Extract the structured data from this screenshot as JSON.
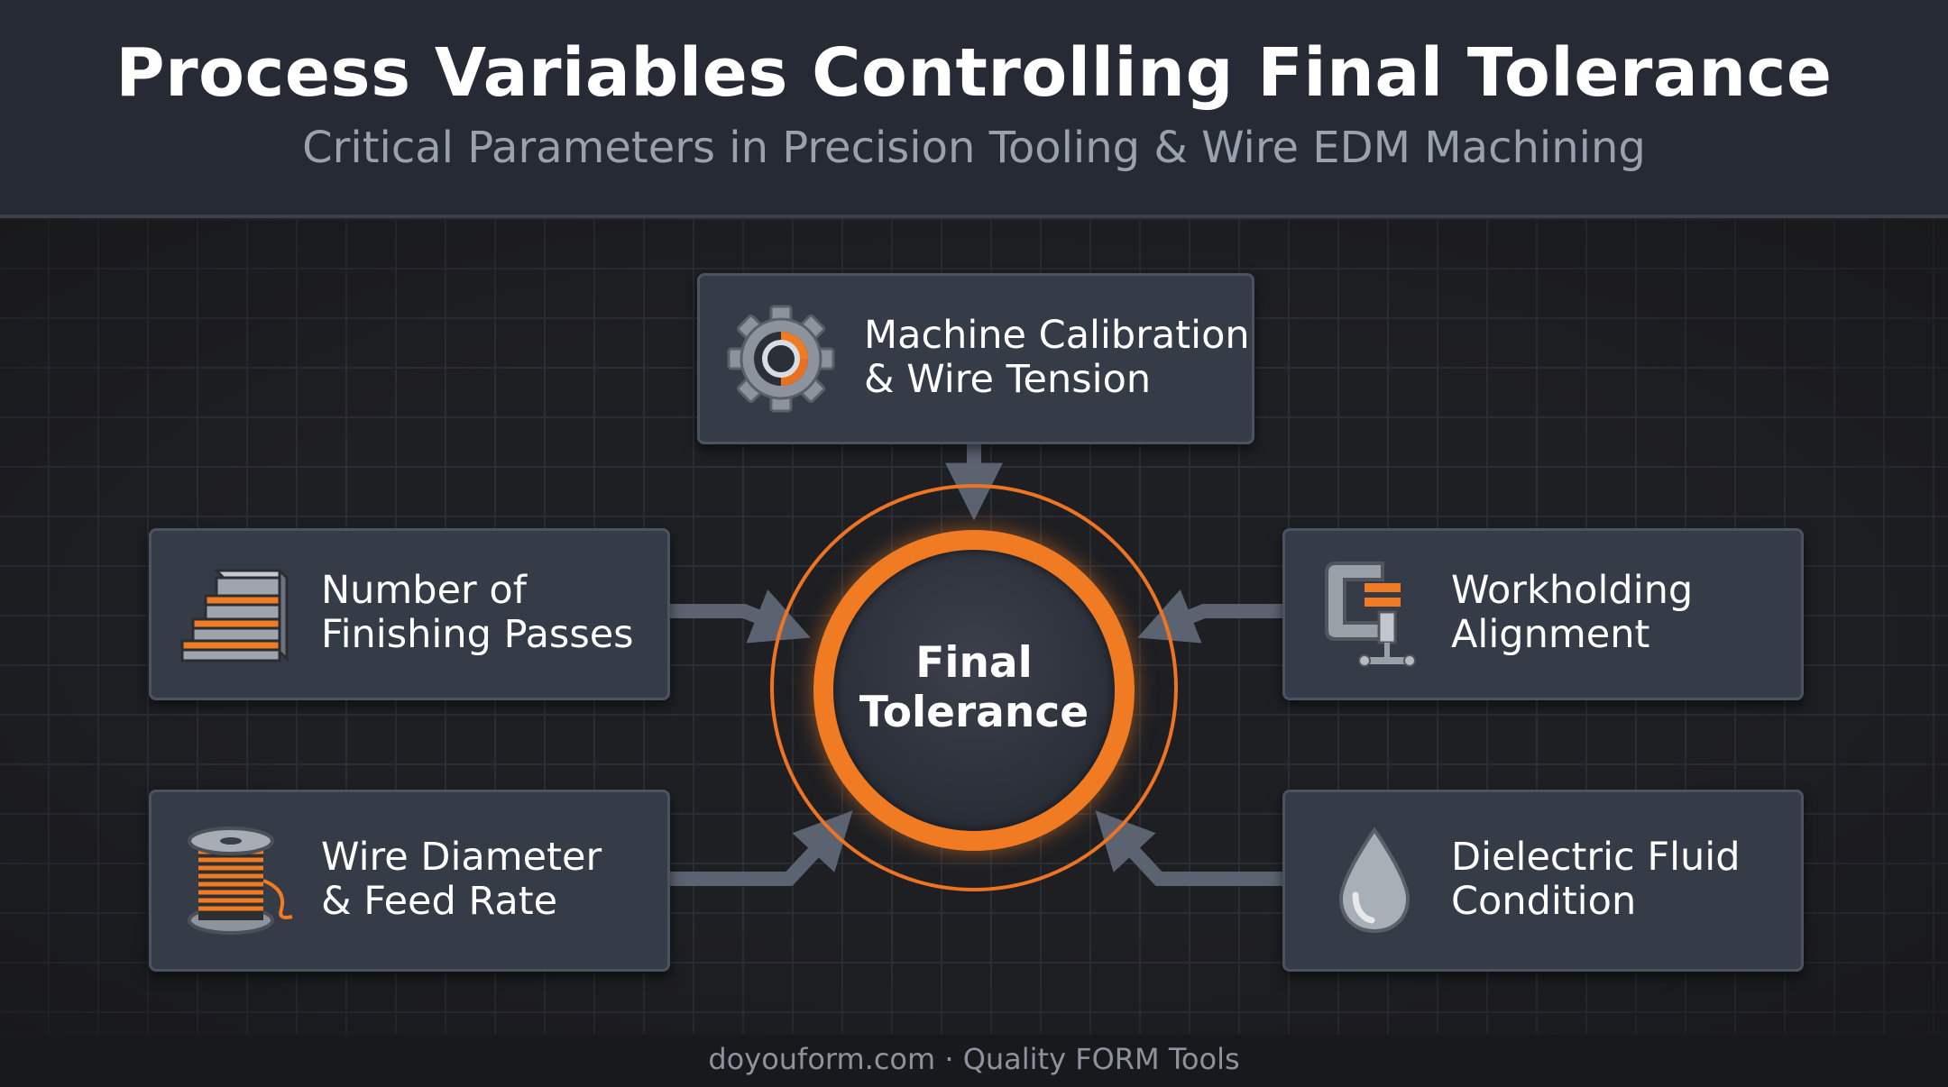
{
  "header": {
    "title": "Process Variables Controlling Final Tolerance",
    "subtitle": "Critical Parameters in Precision Tooling & Wire EDM Machining"
  },
  "hub": {
    "label": "Final\nTolerance"
  },
  "factors": [
    {
      "id": "calibration",
      "label": "Machine Calibration\n& Wire Tension",
      "icon": "gear-icon"
    },
    {
      "id": "passes",
      "label": "Number of\nFinishing Passes",
      "icon": "stairs-icon"
    },
    {
      "id": "workholding",
      "label": "Workholding\nAlignment",
      "icon": "clamp-icon"
    },
    {
      "id": "wire",
      "label": "Wire Diameter\n& Feed Rate",
      "icon": "wire-spool-icon"
    },
    {
      "id": "dielectric",
      "label": "Dielectric Fluid\nCondition",
      "icon": "droplet-icon"
    }
  ],
  "footer": {
    "text": "doyouform.com · Quality FORM Tools"
  },
  "colors": {
    "accent": "#f07b22",
    "card": "#353b47",
    "connector": "#5b6270",
    "header": "#252a35"
  }
}
